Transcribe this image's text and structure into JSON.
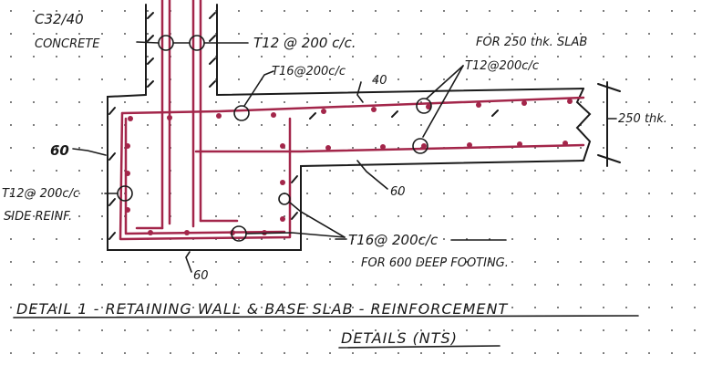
{
  "labels": {
    "concrete_grade": "C32/40",
    "concrete_word": "CONCRETE",
    "wall_bars": "T12 @ 200 c/c.",
    "wall_inner_bars": "T16@200c/c",
    "cover_40": "40",
    "slab_note": "FOR 250 thk. SLAB",
    "slab_bars": "T12@200c/c",
    "slab_thk": "250 thk.",
    "cover_60_left": "60",
    "cover_60_mid": "60",
    "cover_60_bottom": "60",
    "side_bars": "T12@ 200c/c",
    "side_reinf": "SIDE REINF.",
    "footing_bars": "T16@ 200c/c",
    "footing_note": "FOR 600 DEEP FOOTING."
  },
  "title": {
    "line1": "DETAIL 1 - RETAINING WALL & BASE SLAB - REINFORCEMENT",
    "line2": "DETAILS (NTS)"
  },
  "colors": {
    "ink": "#1a1a1a",
    "rebar": "#a3264a",
    "dots": "#555555",
    "paper": "#ffffff"
  }
}
